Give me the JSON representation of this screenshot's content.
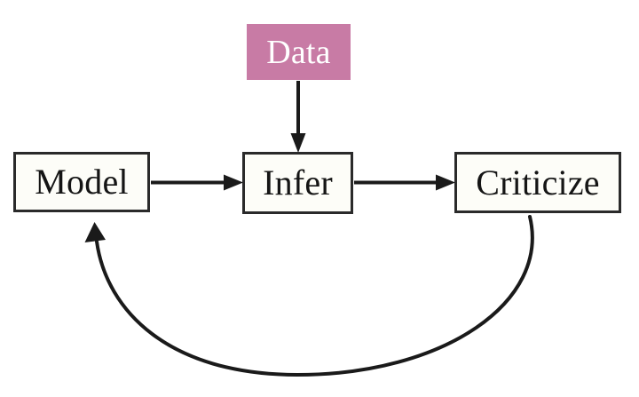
{
  "diagram": {
    "title": "Box and arrow workflow diagram",
    "background_color": "#ffffff",
    "nodes": [
      {
        "id": "model",
        "label": "Model",
        "shape": "rectangle",
        "fill_color": "#fdfdf8",
        "border_color": "#2a2a2a",
        "text_color": "#151515"
      },
      {
        "id": "infer",
        "label": "Infer",
        "shape": "rectangle",
        "fill_color": "#fdfdf8",
        "border_color": "#2a2a2a",
        "text_color": "#151515"
      },
      {
        "id": "criticize",
        "label": "Criticize",
        "shape": "rectangle",
        "fill_color": "#fdfdf8",
        "border_color": "#2a2a2a",
        "text_color": "#151515"
      },
      {
        "id": "data",
        "label": "Data",
        "shape": "rectangle-filled",
        "fill_color": "#c87ba5",
        "border_color": "none",
        "text_color": "#ffffff"
      }
    ],
    "edges": [
      {
        "id": "data-to-infer",
        "from": "data",
        "to": "infer",
        "style": "straight-vertical",
        "arrowhead": "filled-triangle",
        "color": "#1a1a1a"
      },
      {
        "id": "model-to-infer",
        "from": "model",
        "to": "infer",
        "style": "straight-horizontal",
        "arrowhead": "filled-triangle",
        "color": "#1a1a1a"
      },
      {
        "id": "infer-to-criticize",
        "from": "infer",
        "to": "criticize",
        "style": "straight-horizontal",
        "arrowhead": "filled-triangle",
        "color": "#1a1a1a"
      },
      {
        "id": "criticize-to-model",
        "from": "criticize",
        "to": "model",
        "style": "curved-feedback",
        "arrowhead": "filled-triangle",
        "color": "#1a1a1a"
      }
    ]
  }
}
